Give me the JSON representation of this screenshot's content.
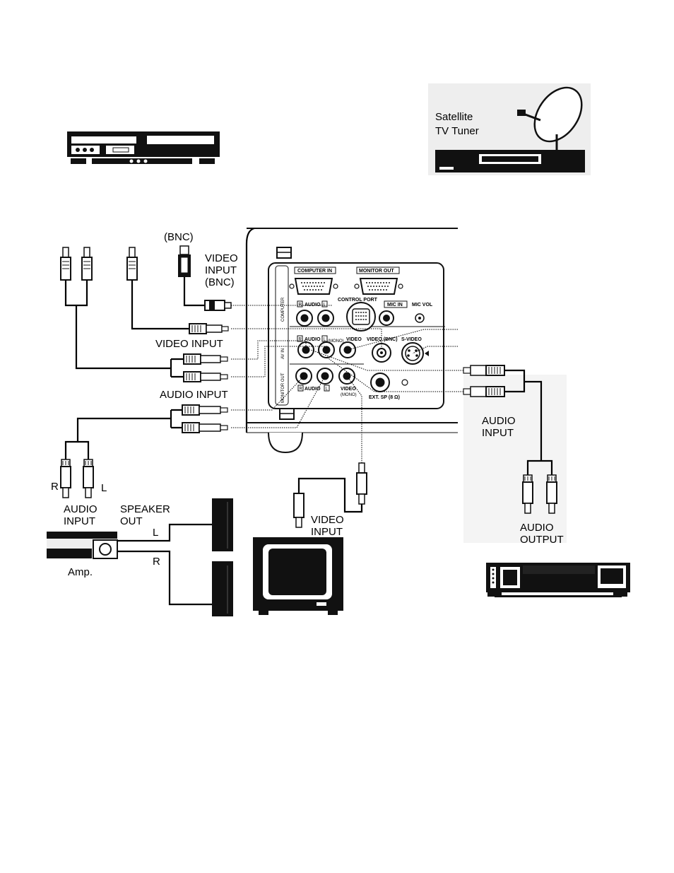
{
  "devices": {
    "satellite": {
      "line1": "Satellite",
      "line2": "TV Tuner"
    },
    "amp": "Amp."
  },
  "labels": {
    "bnc_partial": "(BNC)",
    "video_input_bnc": [
      "VIDEO",
      "INPUT",
      "(BNC)"
    ],
    "video_input_left": "VIDEO INPUT",
    "audio_input_left": "AUDIO INPUT",
    "audio_input_right": [
      "AUDIO",
      "INPUT"
    ],
    "audio_input_amp": [
      "AUDIO",
      "INPUT"
    ],
    "speaker_out": [
      "SPEAKER",
      "OUT"
    ],
    "speaker_l": "L",
    "speaker_r": "R",
    "plug_r": "R",
    "plug_l": "L",
    "video_input_monitor": [
      "VIDEO",
      "INPUT"
    ],
    "audio_output": [
      "AUDIO",
      "OUTPUT"
    ]
  },
  "panel": {
    "computer_in": "COMPUTER IN",
    "monitor_out": "MONITOR OUT",
    "control_port": "CONTROL PORT",
    "mic_in": "MIC IN",
    "mic_vol": "MIC VOL",
    "computer_side": "COMPUTER",
    "av_in_side": "AV IN",
    "monitor_out_side": "MONITOR OUT",
    "r1": "R",
    "audio1": "AUDIO",
    "l1": "L",
    "r2": "R",
    "audio2": "AUDIO",
    "l2": "L",
    "mono2": "(MONO)",
    "video2": "VIDEO",
    "video_bnc": "VIDEO (BNC)",
    "s_video": "S-VIDEO",
    "r3": "R",
    "audio3": "AUDIO",
    "l3": "L",
    "video3": "VIDEO",
    "mono3": "(MONO)",
    "ext_sp": "EXT. SP (8 Ω)"
  }
}
